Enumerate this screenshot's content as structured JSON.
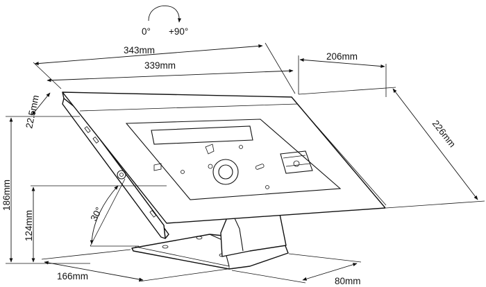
{
  "rotation": {
    "start": "0°",
    "end": "+90°"
  },
  "dimensions": {
    "overall_width": "343mm",
    "inner_width": "339mm",
    "depth": "206mm",
    "thickness": "22.5mm",
    "panel_height": "226mm",
    "total_height": "186mm",
    "base_height": "124mm",
    "angle": "30°",
    "base_depth": "166mm",
    "base_width": "80mm"
  },
  "colors": {
    "stroke": "#111111",
    "background": "#ffffff"
  },
  "icons": [
    "rotation-arrow-icon"
  ]
}
